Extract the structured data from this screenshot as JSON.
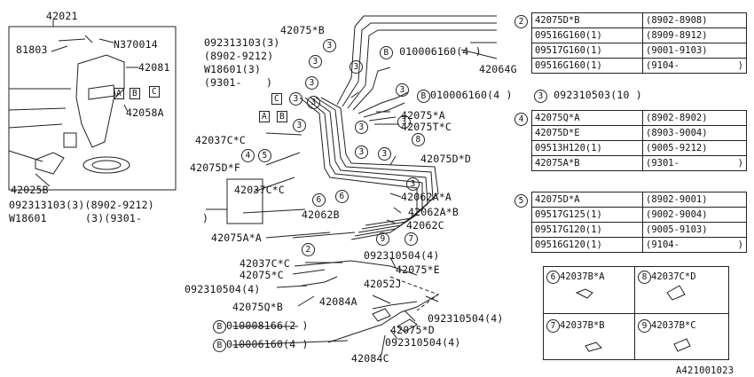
{
  "assembly": {
    "main_part": "42021",
    "parts": [
      "81803",
      "N370014",
      "42081",
      "42058A",
      "42025B"
    ],
    "boxes": [
      "A",
      "B",
      "C"
    ]
  },
  "left_notes": {
    "line1": "092313103(3)(8902-9212)",
    "line2a": "W18601",
    "line2b": "(3)(9301-",
    "line2c": ")"
  },
  "upper_notes": {
    "part": "092313103(3)",
    "range1": "(8902-9212)",
    "washer": "W18601(3)",
    "range2a": "(9301-",
    "range2b": ")"
  },
  "callouts": {
    "p42075B": "42075*B",
    "p42064G": "42064G",
    "p42075A": "42075*A",
    "p42075T": "42075T*C",
    "p42075D_D": "42075D*D",
    "p42062AA": "42062A*A",
    "p42062AB": "42062A*B",
    "p42062C": "42062C",
    "p42062B": "42062B",
    "p42037CC_1": "42037C*C",
    "p42037CC_2": "42037C*C",
    "p42037CC_3": "42037C*C",
    "p42075DF": "42075D*F",
    "p42075AA": "42075A*A",
    "p42075C": "42075*C",
    "p42075QB": "42075Q*B",
    "p42084A": "42084A",
    "p42052J": "42052J",
    "p42075E": "42075*E",
    "p42075D2": "42075*D",
    "p42084C": "42084C",
    "bolt1": "010006160(4",
    "bolt1_suffix": ")",
    "bolt2": "010006160(4",
    "bolt2_suffix": ")",
    "clip_note": "092310503(10",
    "clip_note_suffix": ")",
    "bolt3": "010008166(2",
    "bolt3_suffix": ")",
    "bolt4": "010006160(4",
    "bolt4_suffix": ")",
    "clip504_a": "092310504(4)",
    "clip504_b": "092310504(4)",
    "clip504_c": "092310504(4",
    "clip504_c_suffix": ")",
    "clip504_d": "092310504(4)"
  },
  "table2": {
    "index": "2",
    "rows": [
      [
        "42075D*B",
        "(8902-8908)"
      ],
      [
        "09516G160(1)",
        "(8909-8912)"
      ],
      [
        "09517G160(1)",
        "(9001-9103)"
      ],
      [
        "09516G160(1)",
        "(9104-"
      ]
    ],
    "tail": ")"
  },
  "table4": {
    "index": "4",
    "rows": [
      [
        "42075Q*A",
        "(8902-8902)"
      ],
      [
        "42075D*E",
        "(8903-9004)"
      ],
      [
        "09513H120(1)",
        "(9005-9212)"
      ],
      [
        "42075A*B",
        "(9301-"
      ]
    ],
    "tail": ")"
  },
  "table5": {
    "index": "5",
    "rows": [
      [
        "42075D*A",
        "(8902-9001)"
      ],
      [
        "09517G125(1)",
        "(9002-9004)"
      ],
      [
        "09517G120(1)",
        "(9005-9103)"
      ],
      [
        "09516G120(1)",
        "(9104-"
      ]
    ],
    "tail": ")"
  },
  "clip_panel": [
    {
      "num": "6",
      "part": "42037B*A"
    },
    {
      "num": "8",
      "part": "42037C*D"
    },
    {
      "num": "7",
      "part": "42037B*B"
    },
    {
      "num": "9",
      "part": "42037B*C"
    }
  ],
  "diagram_id": "A421001023"
}
